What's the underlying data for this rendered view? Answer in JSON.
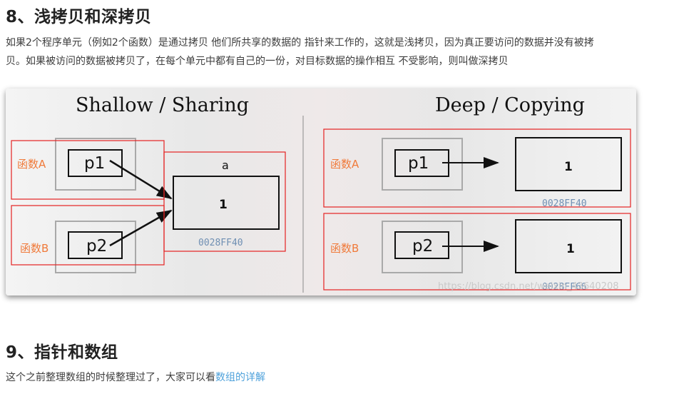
{
  "section8": {
    "heading": "8、浅拷贝和深拷贝",
    "para_line1": "如果2个程序单元（例如2个函数）是通过拷贝 他们所共享的数据的 指针来工作的，这就是浅拷贝，因为真正要访问的数据并没有被拷",
    "para_line2": "贝。如果被访问的数据被拷贝了，在每个单元中都有自己的一份，对目标数据的操作相互 不受影响，则叫做深拷贝"
  },
  "figure": {
    "left_title": "Shallow / Sharing",
    "right_title": "Deep / Copying",
    "shallow": {
      "func_a": "函数A",
      "func_b": "函数B",
      "p1": "p1",
      "p2": "p2",
      "var_name": "a",
      "value": "1",
      "address": "0028FF40"
    },
    "deep": {
      "func_a": "函数A",
      "func_b": "函数B",
      "p1": "p1",
      "p2": "p2",
      "value_a": "1",
      "value_b": "1",
      "address_a": "0028FF40",
      "address_b": "0028FF66"
    },
    "watermark": "https://blog.csdn.net/weixin_43640208",
    "colors": {
      "highlight_box": "#e52222",
      "func_label": "#f07a3a",
      "address": "#6f8fb3"
    }
  },
  "section9": {
    "heading": "9、指针和数组",
    "para_prefix": "这个之前整理数组的时候整理过了，大家可以看",
    "link_text": "数组的详解"
  }
}
